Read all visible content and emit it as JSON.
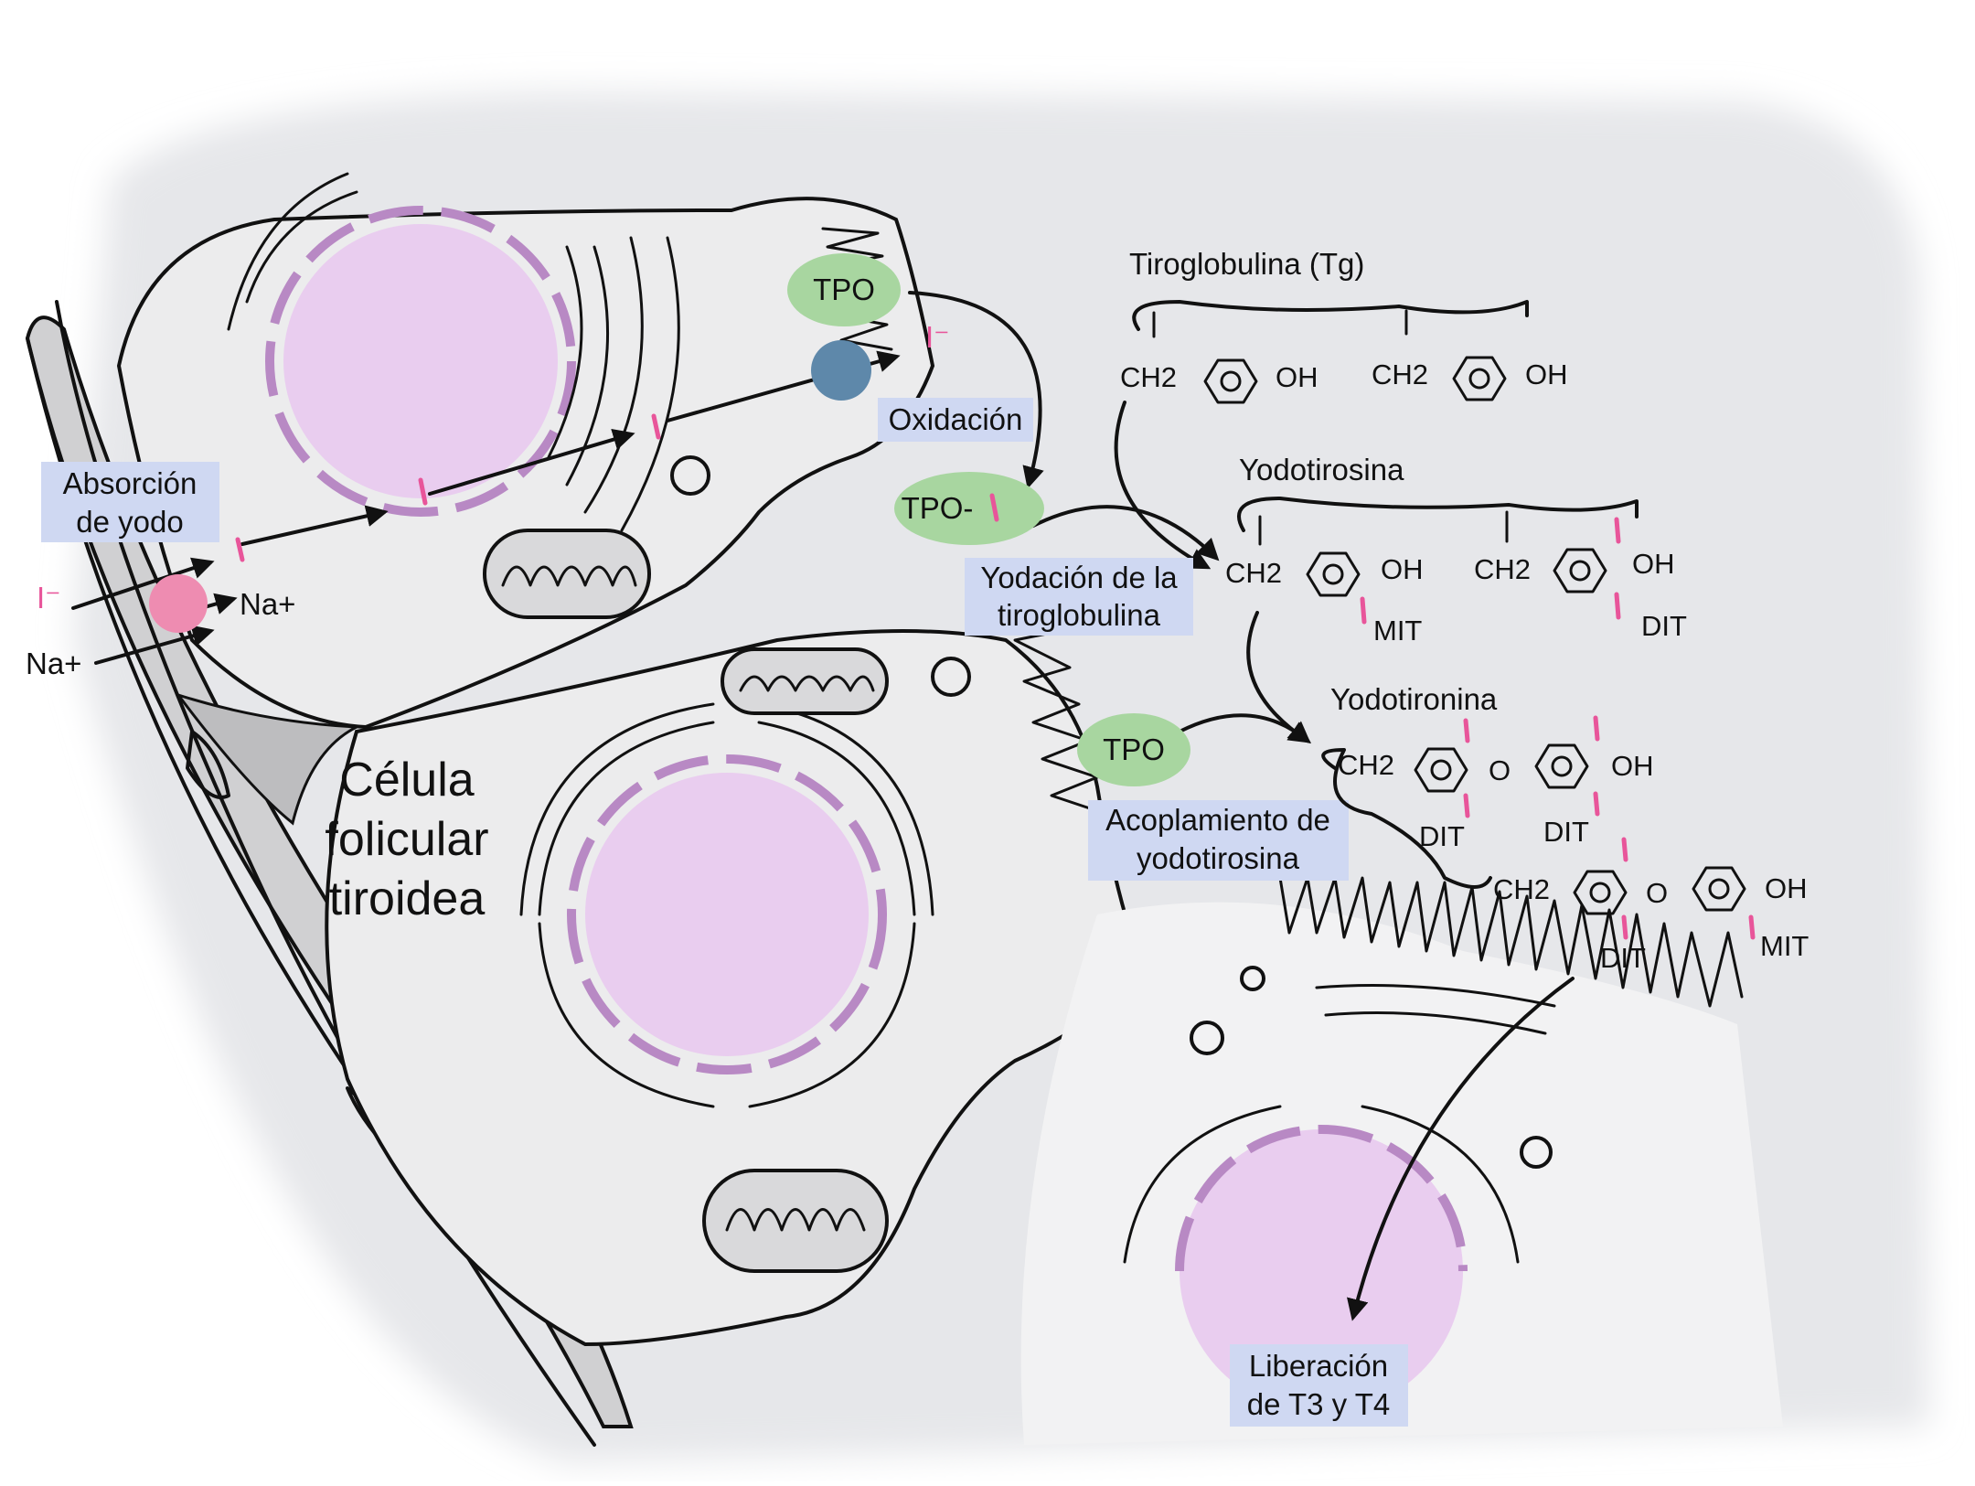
{
  "labels": {
    "cell": [
      "Célula",
      "folicular",
      "tiroidea"
    ],
    "absorption": [
      "Absorción",
      "de yodo"
    ],
    "oxidation": "Oxidación",
    "iodination": [
      "Yodación de la",
      "tiroglobulina"
    ],
    "coupling": [
      "Acoplamiento de",
      "yodotirosina"
    ],
    "release": [
      "Liberación",
      "de T3 y T4"
    ],
    "na_out": "Na+",
    "na_in": "Na+",
    "iodide": "I⁻",
    "tpo_top": "TPO",
    "tpo_complex": "TPO-",
    "tpo_bottom": "TPO"
  },
  "chemistry": {
    "tg_title": "Tiroglobulina (Tg)",
    "yt_title": "Yodotirosina",
    "ytr_title": "Yodotironina",
    "ch2": "CH2",
    "oh": "OH",
    "o": "O",
    "mit": "MIT",
    "dit": "DIT"
  },
  "colors": {
    "nucleus": "#e9cdef",
    "nuclear_envelope": "#b889c4",
    "tpo": "#a8d6a0",
    "nis": "#ee8cb1",
    "iodide": "#e8559a",
    "channel": "#5e88aa",
    "label_box": "#cfd8f2",
    "cytoplasm": "#ececed",
    "background": "#e6e7ea",
    "membrane": "#111111",
    "mitochondria": "#d9d9db"
  }
}
